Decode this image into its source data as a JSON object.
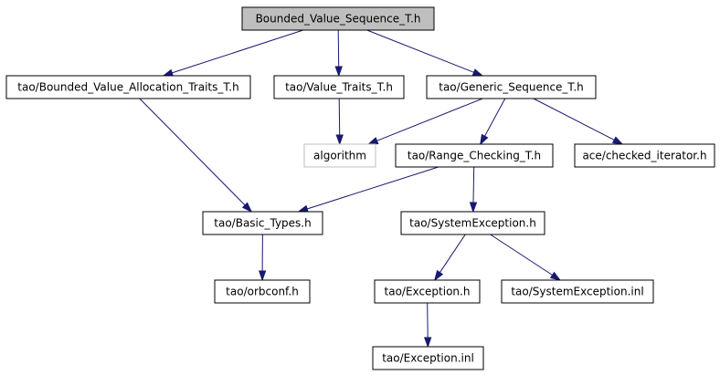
{
  "diagram": {
    "nodes": [
      {
        "id": "root",
        "label": "Bounded_Value_Sequence_T.h",
        "style": "root"
      },
      {
        "id": "bvat",
        "label": "tao/Bounded_Value_Allocation_Traits_T.h",
        "style": "normal"
      },
      {
        "id": "vt",
        "label": "tao/Value_Traits_T.h",
        "style": "normal"
      },
      {
        "id": "gs",
        "label": "tao/Generic_Sequence_T.h",
        "style": "normal"
      },
      {
        "id": "alg",
        "label": "algorithm",
        "style": "missing"
      },
      {
        "id": "rc",
        "label": "tao/Range_Checking_T.h",
        "style": "normal"
      },
      {
        "id": "ci",
        "label": "ace/checked_iterator.h",
        "style": "normal"
      },
      {
        "id": "bt",
        "label": "tao/Basic_Types.h",
        "style": "normal"
      },
      {
        "id": "se",
        "label": "tao/SystemException.h",
        "style": "normal"
      },
      {
        "id": "oc",
        "label": "tao/orbconf.h",
        "style": "normal"
      },
      {
        "id": "ex",
        "label": "tao/Exception.h",
        "style": "normal"
      },
      {
        "id": "sei",
        "label": "tao/SystemException.inl",
        "style": "normal"
      },
      {
        "id": "exi",
        "label": "tao/Exception.inl",
        "style": "normal"
      }
    ],
    "edges": [
      {
        "from": "root",
        "to": "bvat"
      },
      {
        "from": "root",
        "to": "vt"
      },
      {
        "from": "root",
        "to": "gs"
      },
      {
        "from": "bvat",
        "to": "bt"
      },
      {
        "from": "vt",
        "to": "alg"
      },
      {
        "from": "gs",
        "to": "alg"
      },
      {
        "from": "gs",
        "to": "rc"
      },
      {
        "from": "gs",
        "to": "ci"
      },
      {
        "from": "rc",
        "to": "bt"
      },
      {
        "from": "rc",
        "to": "se"
      },
      {
        "from": "bt",
        "to": "oc"
      },
      {
        "from": "se",
        "to": "ex"
      },
      {
        "from": "se",
        "to": "sei"
      },
      {
        "from": "ex",
        "to": "exi"
      }
    ],
    "colors": {
      "edge": "#191970",
      "node_border": "#000000",
      "root_fill": "#bfbfbf",
      "missing_border": "#bfbfbf"
    }
  }
}
